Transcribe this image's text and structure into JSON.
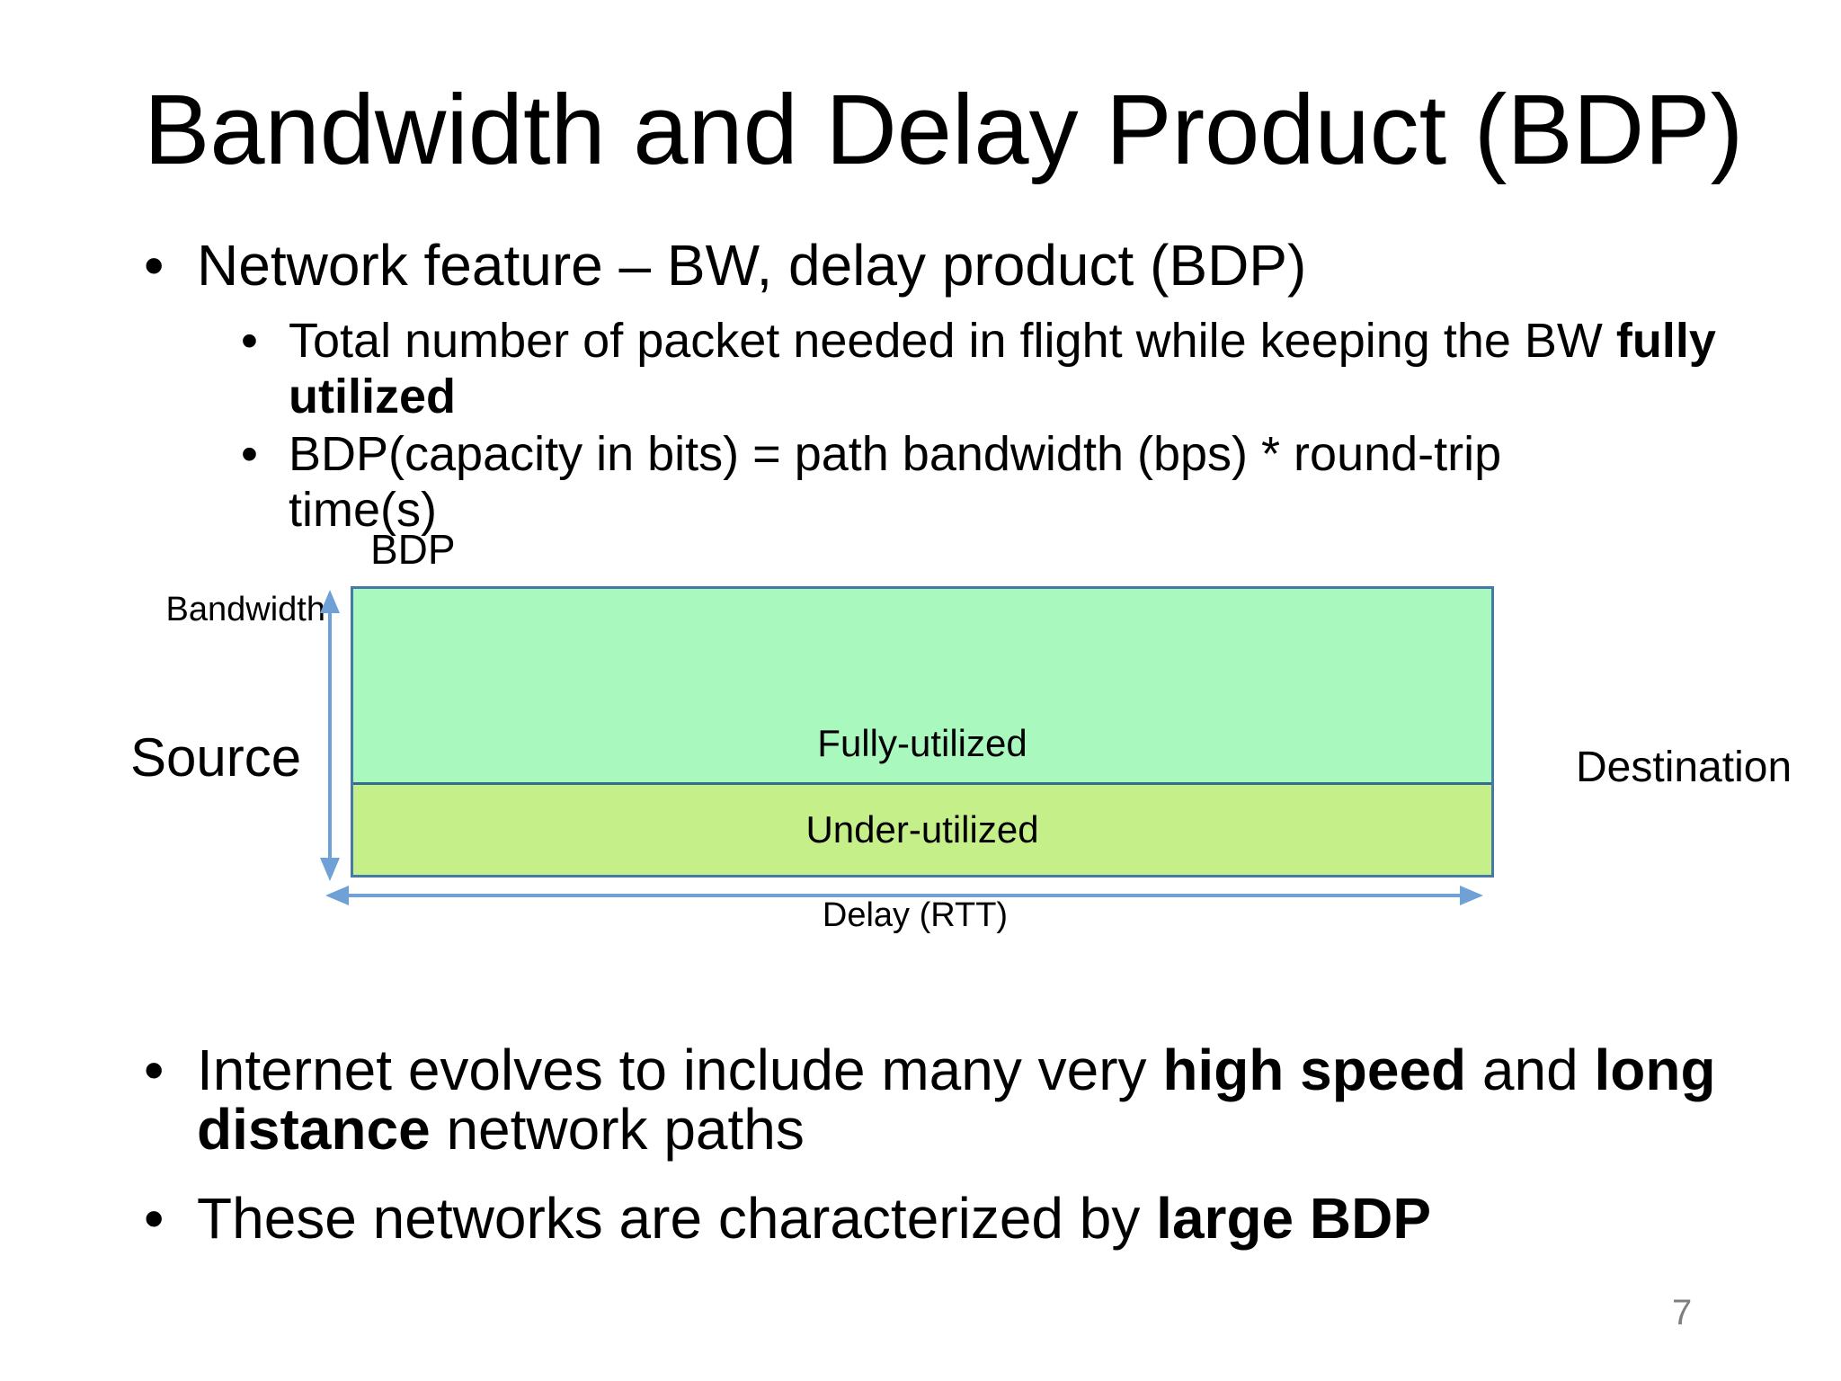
{
  "slide": {
    "title": "Bandwidth and Delay Product (BDP)",
    "bullet_char": "•",
    "bullet1": "Network feature – BW, delay product (BDP)",
    "sub_bullet1_pre": "Total number of packet needed in flight while keeping the BW ",
    "sub_bullet1_bold": "fully utilized",
    "sub_bullet2": "BDP(capacity in bits) = path bandwidth (bps) * round-trip time(s)",
    "bullet2_pre": "Internet evolves to include many very ",
    "bullet2_bold1": "high speed",
    "bullet2_mid": " and ",
    "bullet2_bold2": "long distance",
    "bullet2_post": " network paths",
    "bullet3_pre": "These networks are characterized by ",
    "bullet3_bold": "large BDP",
    "page_number": "7"
  },
  "diagram": {
    "bdp_label": "BDP",
    "bandwidth_label": "Bandwidth",
    "source_label": "Source",
    "destination_label": "Destination",
    "fully_utilized_label": "Fully-utilized",
    "under_utilized_label": "Under-utilized",
    "delay_label": "Delay (RTT)",
    "colors": {
      "fully_fill": "#a9f8bd",
      "under_fill": "#c5ef88",
      "rect_border": "#4678a8",
      "divider": "#356e8c",
      "arrow": "#6fa1d6",
      "page_number_gray": "#7f7f7f"
    }
  }
}
